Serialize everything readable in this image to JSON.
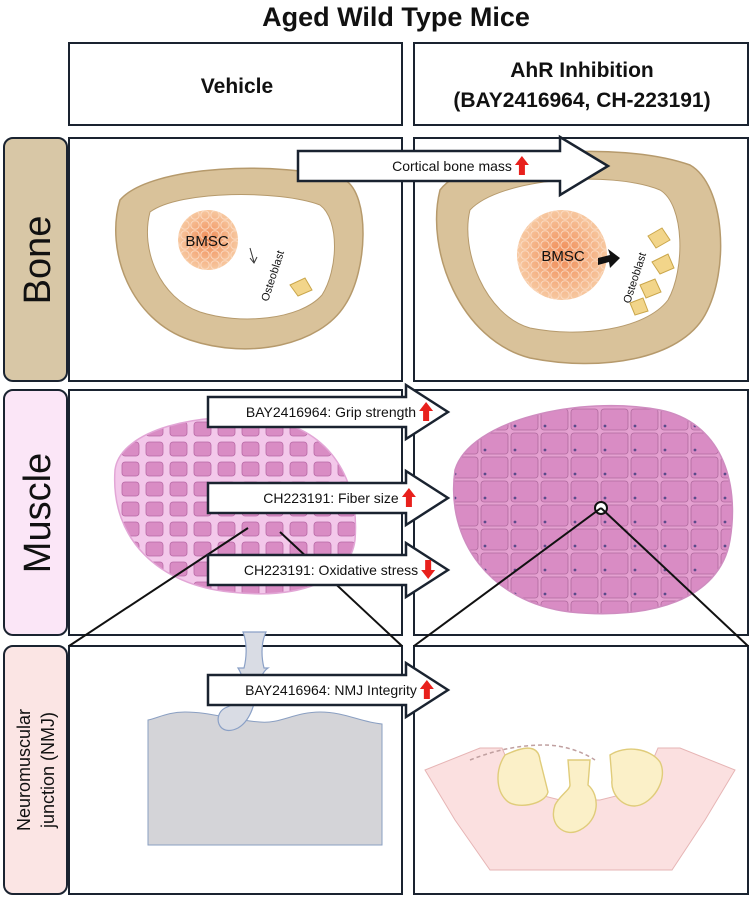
{
  "title": "Aged Wild Type Mice",
  "columns": {
    "vehicle": "Vehicle",
    "inhibition_line1": "AhR Inhibition",
    "inhibition_line2": "(BAY2416964, CH-223191)"
  },
  "rows": {
    "bone": "Bone",
    "muscle": "Muscle",
    "nmj_line1": "Neuromuscular",
    "nmj_line2": "junction (NMJ)"
  },
  "bone_panel": {
    "bmsc_label": "BMSC",
    "osteoblast_label": "Osteoblast"
  },
  "effects": [
    {
      "label": "Cortical bone mass",
      "direction": "up"
    },
    {
      "label": "BAY2416964: Grip strength",
      "direction": "up"
    },
    {
      "label": "CH223191: Fiber size",
      "direction": "up"
    },
    {
      "label": "CH223191: Oxidative stress",
      "direction": "down"
    },
    {
      "label": "BAY2416964: NMJ Integrity",
      "direction": "up"
    }
  ],
  "colors": {
    "bone_row_fill": "#d8c7a6",
    "muscle_row_fill": "#fbe6f7",
    "nmj_row_fill": "#fbe5e4",
    "bone_cortex": "#d9c29a",
    "bmsc_fill": "#f4a068",
    "muscle_fiber": "#d98cc4",
    "indicator_red": "#e8201c"
  }
}
